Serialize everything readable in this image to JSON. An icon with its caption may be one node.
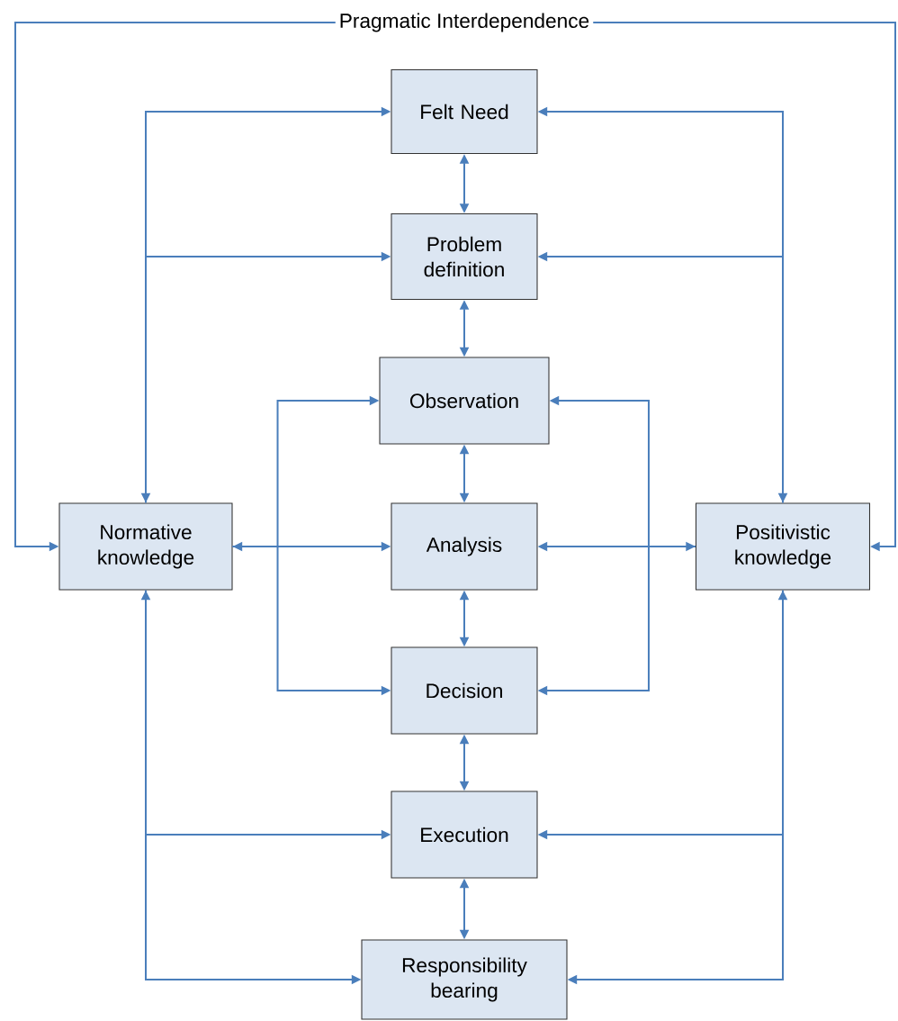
{
  "diagram": {
    "nodes": [
      {
        "text": [
          "Felt Need"
        ]
      },
      {
        "text": [
          "Problem definition"
        ]
      },
      {
        "text": [
          "Observation"
        ]
      },
      {
        "text": [
          "Normative knowledge"
        ]
      },
      {
        "text": [
          "Analysis"
        ]
      },
      {
        "text": [
          "Positivistic knowledge"
        ]
      },
      {
        "text": [
          "Decision"
        ]
      },
      {
        "text": [
          "Execution"
        ]
      },
      {
        "text": [
          "Responsibility bearing"
        ]
      }
    ],
    "edges": [
      {
        "from": 0,
        "to": 1,
        "arrow": "both"
      },
      {
        "from": 1,
        "to": 2,
        "arrow": "both"
      },
      {
        "from": 2,
        "to": 4,
        "arrow": "both"
      },
      {
        "from": 4,
        "to": 6,
        "arrow": "both"
      },
      {
        "from": 6,
        "to": 7,
        "arrow": "both"
      },
      {
        "from": 7,
        "to": 8,
        "arrow": "both"
      },
      {
        "from": 3,
        "to": 0,
        "arrow": "both"
      },
      {
        "from": 3,
        "to": 1,
        "arrow": "to"
      },
      {
        "from": 5,
        "to": 0,
        "arrow": "both"
      },
      {
        "from": 5,
        "to": 1,
        "arrow": "to"
      },
      {
        "from": 3,
        "to": 8,
        "arrow": "both"
      },
      {
        "from": 3,
        "to": 7,
        "arrow": "to"
      },
      {
        "from": 5,
        "to": 8,
        "arrow": "both"
      },
      {
        "from": 5,
        "to": 7,
        "arrow": "to"
      },
      {
        "from": 3,
        "to": 4,
        "arrow": "both"
      },
      {
        "from": 5,
        "to": 4,
        "arrow": "both"
      },
      {
        "from": 3,
        "to": 2,
        "arrow": "to"
      },
      {
        "from": 3,
        "to": 6,
        "arrow": "to"
      },
      {
        "from": 5,
        "to": 2,
        "arrow": "to"
      },
      {
        "from": 5,
        "to": 6,
        "arrow": "to"
      },
      {
        "from": 3,
        "to": 5,
        "arrow": "both",
        "label": "Pragmatic Interdependence"
      }
    ]
  }
}
